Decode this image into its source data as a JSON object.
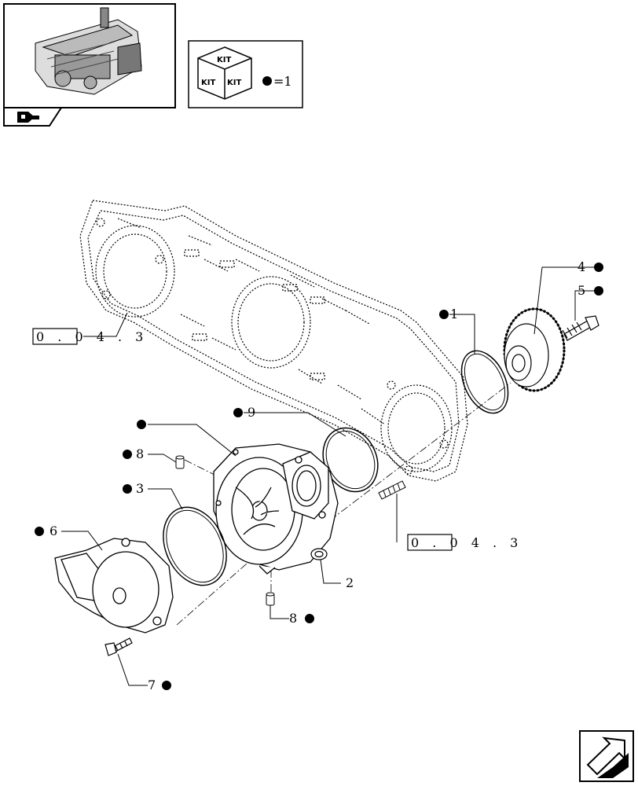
{
  "kit": {
    "box_labels": [
      "KIT",
      "KIT",
      "KIT"
    ],
    "legend_text": "=1"
  },
  "refs": [
    {
      "id": "ref-gasket",
      "text": "0 . 0 4 . 3"
    },
    {
      "id": "ref-stud",
      "text": "0 . 0 4 . 3"
    }
  ],
  "callouts": [
    {
      "id": "callout-1",
      "text": "1"
    },
    {
      "id": "callout-2",
      "text": "2"
    },
    {
      "id": "callout-3",
      "text": "3"
    },
    {
      "id": "callout-4",
      "text": "4"
    },
    {
      "id": "callout-5",
      "text": "5"
    },
    {
      "id": "callout-6",
      "text": "6"
    },
    {
      "id": "callout-7",
      "text": "7"
    },
    {
      "id": "callout-8a",
      "text": "8"
    },
    {
      "id": "callout-8b",
      "text": "8"
    },
    {
      "id": "callout-9",
      "text": "9"
    }
  ],
  "icons": {
    "thumbnail": "engine-thumbnail-icon",
    "nav_top": "return-arrow-icon",
    "nav_bottom": "next-page-arrow-icon",
    "kit_marker": "kit-dot-icon"
  },
  "colors": {
    "ink": "#000000",
    "paper": "#ffffff"
  }
}
